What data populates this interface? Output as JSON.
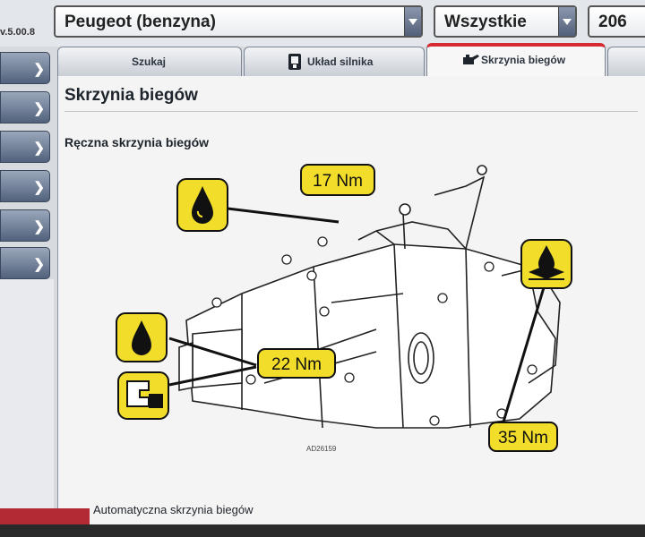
{
  "app": {
    "version": "v.5.00.8"
  },
  "selectors": {
    "brand": "Peugeot (benzyna)",
    "type": "Wszystkie",
    "model": "206"
  },
  "tabs": [
    {
      "label": "Szukaj",
      "active": false
    },
    {
      "label": "Układ silnika",
      "active": false,
      "icon": "engine-icon"
    },
    {
      "label": "Skrzynia biegów",
      "active": true,
      "icon": "oil-can-icon"
    }
  ],
  "page": {
    "title": "Skrzynia biegów",
    "section_manual": "Ręczna skrzynia biegów",
    "section_auto": "Automatyczna skrzynia biegów"
  },
  "diagram": {
    "torque_labels": [
      "17 Nm",
      "22 Nm",
      "35 Nm"
    ],
    "figure_code": "AD26159",
    "icons": [
      "oil-drain-plug-icon",
      "oil-fill-plug-icon",
      "oil-level-icon",
      "drain-plug-icon"
    ]
  },
  "colors": {
    "accent_red": "#d62b32",
    "label_yellow": "#f2de2a",
    "nav_blue": "#52627c"
  }
}
